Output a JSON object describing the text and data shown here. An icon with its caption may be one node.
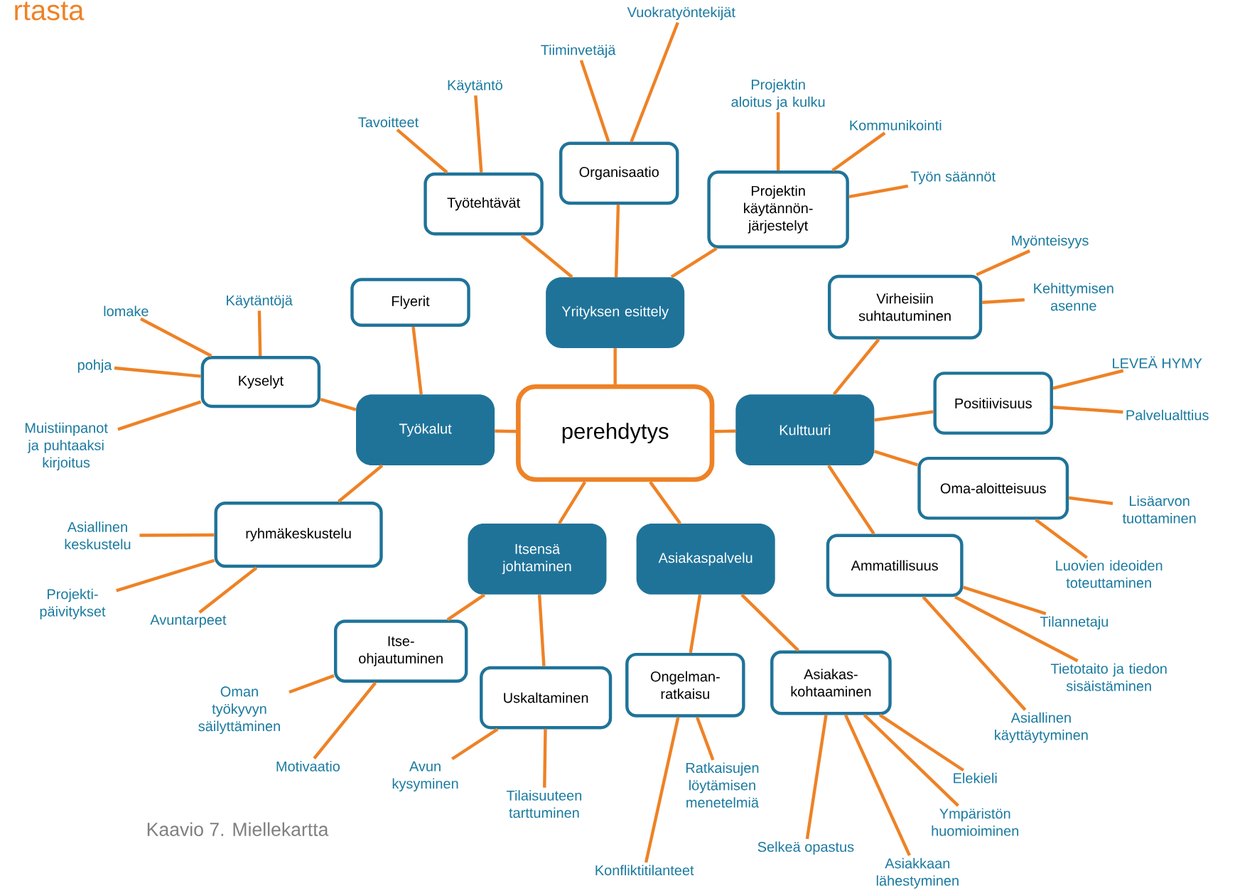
{
  "diagram": {
    "caption": "Kaavio 7. Miellekartta",
    "nodes": [
      {
        "text": [
          "perehdytys"
        ]
      },
      {
        "text": [
          "Yrityksen esittely"
        ]
      },
      {
        "text": [
          "Työkalut"
        ]
      },
      {
        "text": [
          "Kulttuuri"
        ]
      },
      {
        "text": [
          "Itsensä johtaminen"
        ]
      },
      {
        "text": [
          "Asiakaspalvelu"
        ]
      },
      {
        "text": [
          "Työtehtävät"
        ]
      },
      {
        "text": [
          "Organisaatio"
        ]
      },
      {
        "text": [
          "Projektin käytännön-järjestelyt"
        ]
      },
      {
        "text": [
          "Flyerit"
        ]
      },
      {
        "text": [
          "Kyselyt"
        ]
      },
      {
        "text": [
          "ryhmäkeskustelu"
        ]
      },
      {
        "text": [
          "Virheisiin suhtautuminen"
        ]
      },
      {
        "text": [
          "Positiivisuus"
        ]
      },
      {
        "text": [
          "Oma-aloitteisuus"
        ]
      },
      {
        "text": [
          "Ammatillisuus"
        ]
      },
      {
        "text": [
          "Itse-ohjautuminen"
        ]
      },
      {
        "text": [
          "Uskaltaminen"
        ]
      },
      {
        "text": [
          "Ongelman-ratkaisu"
        ]
      },
      {
        "text": [
          "Asiakas-kohtaaminen"
        ]
      },
      {
        "text": [
          "Tavoitteet"
        ]
      },
      {
        "text": [
          "Käytäntö"
        ]
      },
      {
        "text": [
          "Tiiminvetäjä"
        ]
      },
      {
        "text": [
          "Vuokratyöntekijät"
        ]
      },
      {
        "text": [
          "Projektin aloitus ja kulku"
        ]
      },
      {
        "text": [
          "Kommunikointi"
        ]
      },
      {
        "text": [
          "Työn säännöt"
        ]
      },
      {
        "text": [
          "lomake"
        ]
      },
      {
        "text": [
          "Käytäntöjä"
        ]
      },
      {
        "text": [
          "pohja"
        ]
      },
      {
        "text": [
          "Muistiinpanot ja puhtaaksi kirjoitus"
        ]
      },
      {
        "text": [
          "Asiallinen keskustelu"
        ]
      },
      {
        "text": [
          "Projekti-päivitykset"
        ]
      },
      {
        "text": [
          "Avuntarpeet"
        ]
      },
      {
        "text": [
          "Myönteisyys"
        ]
      },
      {
        "text": [
          "Kehittymisen asenne"
        ]
      },
      {
        "text": [
          "LEVEÄ HYMY"
        ]
      },
      {
        "text": [
          "Palvelualttius"
        ]
      },
      {
        "text": [
          "Lisäarvon tuottaminen"
        ]
      },
      {
        "text": [
          "Luovien ideoiden toteuttaminen"
        ]
      },
      {
        "text": [
          "Tilannetaju"
        ]
      },
      {
        "text": [
          "Tietotaito ja tiedon sisäistäminen"
        ]
      },
      {
        "text": [
          "Asiallinen käyttäytyminen"
        ]
      },
      {
        "text": [
          "Oman työkyvyn säilyttäminen"
        ]
      },
      {
        "text": [
          "Motivaatio"
        ]
      },
      {
        "text": [
          "Avun kysyminen"
        ]
      },
      {
        "text": [
          "Tilaisuuteen tarttuminen"
        ]
      },
      {
        "text": [
          "Konfliktitilanteet"
        ]
      },
      {
        "text": [
          "Ratkaisujen löytämisen menetelmiä"
        ]
      },
      {
        "text": [
          "Selkeä opastus"
        ]
      },
      {
        "text": [
          "Asiakkaan lähestyminen"
        ]
      },
      {
        "text": [
          "Ympäristön huomioiminen"
        ]
      },
      {
        "text": [
          "Elekieli"
        ]
      }
    ],
    "edges": [
      {
        "from": 0,
        "to": 1,
        "arrow": "none"
      },
      {
        "from": 0,
        "to": 2,
        "arrow": "none"
      },
      {
        "from": 0,
        "to": 3,
        "arrow": "none"
      },
      {
        "from": 0,
        "to": 4,
        "arrow": "none"
      },
      {
        "from": 0,
        "to": 5,
        "arrow": "none"
      },
      {
        "from": 1,
        "to": 6,
        "arrow": "none"
      },
      {
        "from": 1,
        "to": 7,
        "arrow": "none"
      },
      {
        "from": 1,
        "to": 8,
        "arrow": "none"
      },
      {
        "from": 2,
        "to": 9,
        "arrow": "none"
      },
      {
        "from": 2,
        "to": 10,
        "arrow": "none"
      },
      {
        "from": 2,
        "to": 11,
        "arrow": "none"
      },
      {
        "from": 3,
        "to": 12,
        "arrow": "none"
      },
      {
        "from": 3,
        "to": 13,
        "arrow": "none"
      },
      {
        "from": 3,
        "to": 14,
        "arrow": "none"
      },
      {
        "from": 3,
        "to": 15,
        "arrow": "none"
      },
      {
        "from": 4,
        "to": 16,
        "arrow": "none"
      },
      {
        "from": 4,
        "to": 17,
        "arrow": "none"
      },
      {
        "from": 5,
        "to": 18,
        "arrow": "none"
      },
      {
        "from": 5,
        "to": 19,
        "arrow": "none"
      },
      {
        "from": 6,
        "to": 20,
        "arrow": "none"
      },
      {
        "from": 6,
        "to": 21,
        "arrow": "none"
      },
      {
        "from": 7,
        "to": 22,
        "arrow": "none"
      },
      {
        "from": 7,
        "to": 23,
        "arrow": "none"
      },
      {
        "from": 8,
        "to": 24,
        "arrow": "none"
      },
      {
        "from": 8,
        "to": 25,
        "arrow": "none"
      },
      {
        "from": 8,
        "to": 26,
        "arrow": "none"
      },
      {
        "from": 10,
        "to": 27,
        "arrow": "none"
      },
      {
        "from": 10,
        "to": 28,
        "arrow": "none"
      },
      {
        "from": 10,
        "to": 29,
        "arrow": "none"
      },
      {
        "from": 10,
        "to": 30,
        "arrow": "none"
      },
      {
        "from": 11,
        "to": 31,
        "arrow": "none"
      },
      {
        "from": 11,
        "to": 32,
        "arrow": "none"
      },
      {
        "from": 11,
        "to": 33,
        "arrow": "none"
      },
      {
        "from": 12,
        "to": 34,
        "arrow": "none"
      },
      {
        "from": 12,
        "to": 35,
        "arrow": "none"
      },
      {
        "from": 13,
        "to": 36,
        "arrow": "none"
      },
      {
        "from": 13,
        "to": 37,
        "arrow": "none"
      },
      {
        "from": 14,
        "to": 38,
        "arrow": "none"
      },
      {
        "from": 14,
        "to": 39,
        "arrow": "none"
      },
      {
        "from": 15,
        "to": 40,
        "arrow": "none"
      },
      {
        "from": 15,
        "to": 41,
        "arrow": "none"
      },
      {
        "from": 15,
        "to": 42,
        "arrow": "none"
      },
      {
        "from": 16,
        "to": 43,
        "arrow": "none"
      },
      {
        "from": 16,
        "to": 44,
        "arrow": "none"
      },
      {
        "from": 17,
        "to": 45,
        "arrow": "none"
      },
      {
        "from": 17,
        "to": 46,
        "arrow": "none"
      },
      {
        "from": 18,
        "to": 47,
        "arrow": "none"
      },
      {
        "from": 18,
        "to": 48,
        "arrow": "none"
      },
      {
        "from": 19,
        "to": 49,
        "arrow": "none"
      },
      {
        "from": 19,
        "to": 50,
        "arrow": "none"
      },
      {
        "from": 19,
        "to": 51,
        "arrow": "none"
      },
      {
        "from": 19,
        "to": 52,
        "arrow": "none"
      }
    ],
    "labels": [
      "rtasta"
    ]
  }
}
